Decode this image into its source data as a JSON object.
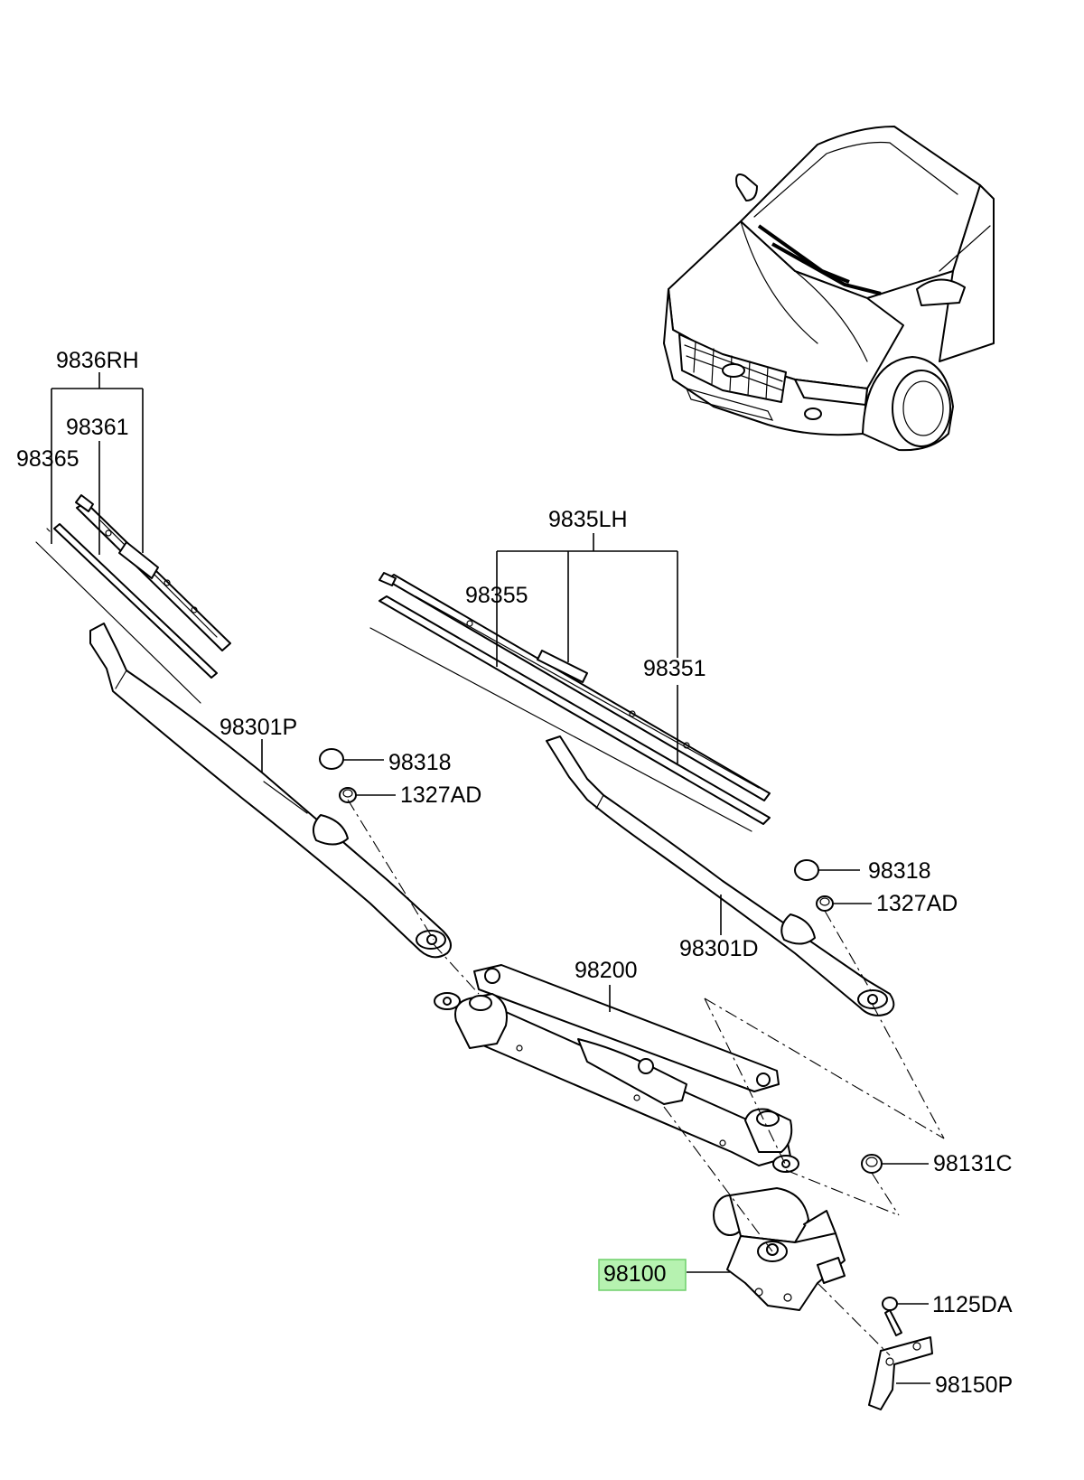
{
  "labels": {
    "wiper_blade_rh": "9836RH",
    "refill_rh": "98361",
    "insert_rh": "98365",
    "arm_passenger": "98301P",
    "cap_rh": "98318",
    "nut_rh": "1327AD",
    "wiper_blade_lh": "9835LH",
    "insert_lh": "98355",
    "refill_lh": "98351",
    "cap_lh": "98318",
    "nut_lh": "1327AD",
    "arm_driver": "98301D",
    "linkage": "98200",
    "bolt_linkage": "98131C",
    "motor": "98100",
    "bolt_motor": "1125DA",
    "bracket": "98150P"
  },
  "highlight": {
    "part": "98100",
    "fill": "#b6f2b0",
    "border": "#6fcf6a"
  }
}
